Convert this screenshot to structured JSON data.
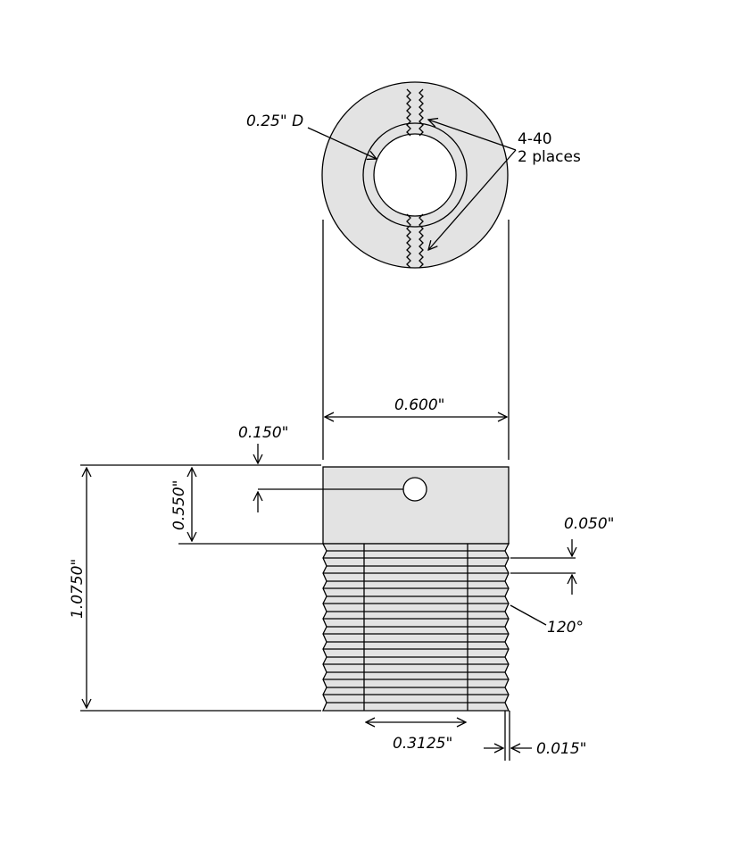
{
  "labels": {
    "bore_diameter": "0.25\" D",
    "thread_spec": "4-40",
    "thread_count": "2 places",
    "outer_width": "0.600\"",
    "hole_offset_x": "0.150\"",
    "hole_offset_y": "0.550\"",
    "total_height": "1.0750\"",
    "thread_pitch": "0.050\"",
    "thread_angle": "120°",
    "inner_width": "0.3125\"",
    "thread_depth": "0.015\""
  },
  "colors": {
    "part_fill": "#e3e3e3",
    "line": "#000000",
    "background": "#ffffff"
  }
}
